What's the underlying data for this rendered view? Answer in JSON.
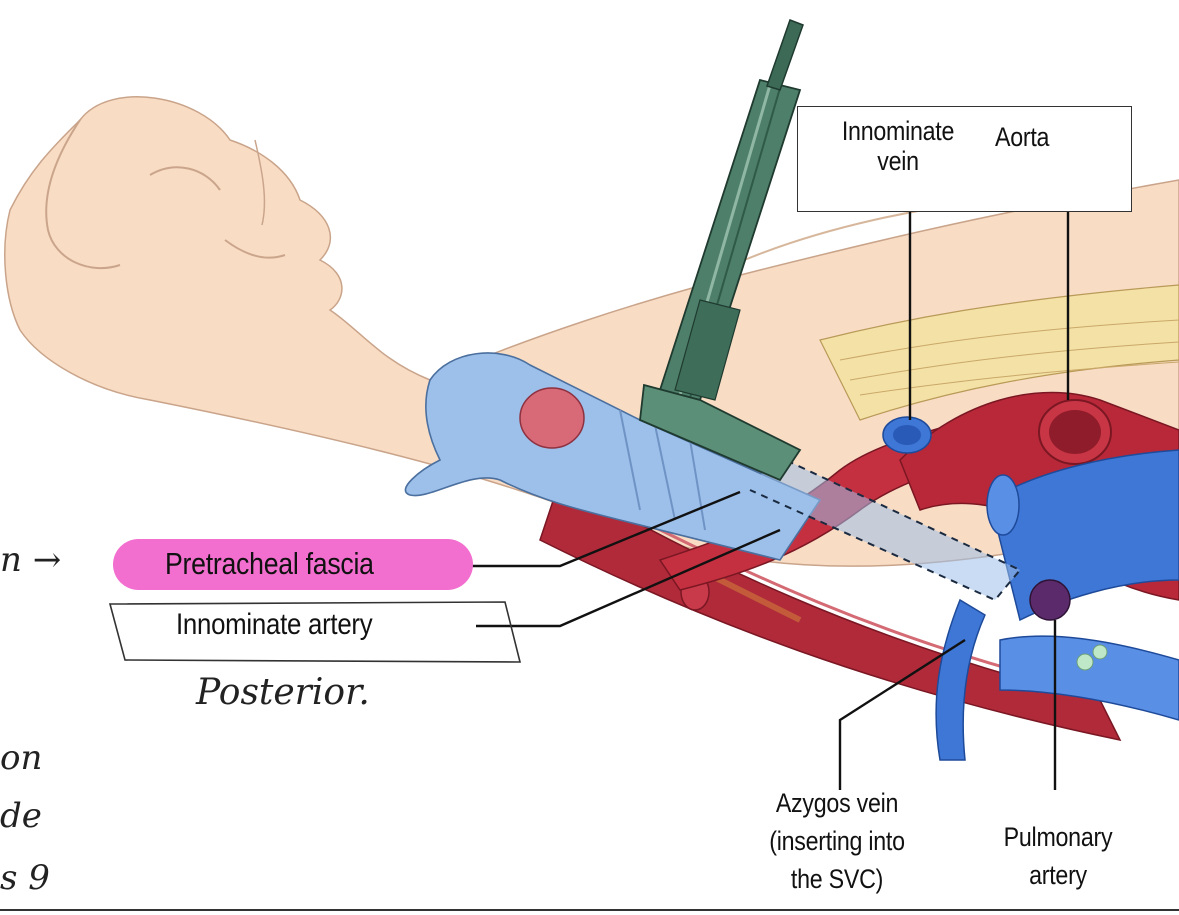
{
  "labels": {
    "innominate_vein": "Innominate\nvein",
    "aorta": "Aorta",
    "pretracheal_fascia": "Pretracheal fascia",
    "innominate_artery": "Innominate artery",
    "azygos_vein": "Azygos vein\n(inserting into\nthe SVC)",
    "pulmonary_artery": "Pulmonary\nartery"
  },
  "handwriting": {
    "posterior": "Posterior.",
    "margin_fragment_1": "n →",
    "margin_fragment_2": "on",
    "margin_fragment_3": "de",
    "margin_fragment_4": "s 9"
  },
  "colors": {
    "highlight": "#f26fcf",
    "skin": "#f7dcc3",
    "trachea": "#8fb6e6",
    "artery": "#b5283a",
    "vein": "#3f77d6",
    "scope": "#4d7f6a"
  }
}
